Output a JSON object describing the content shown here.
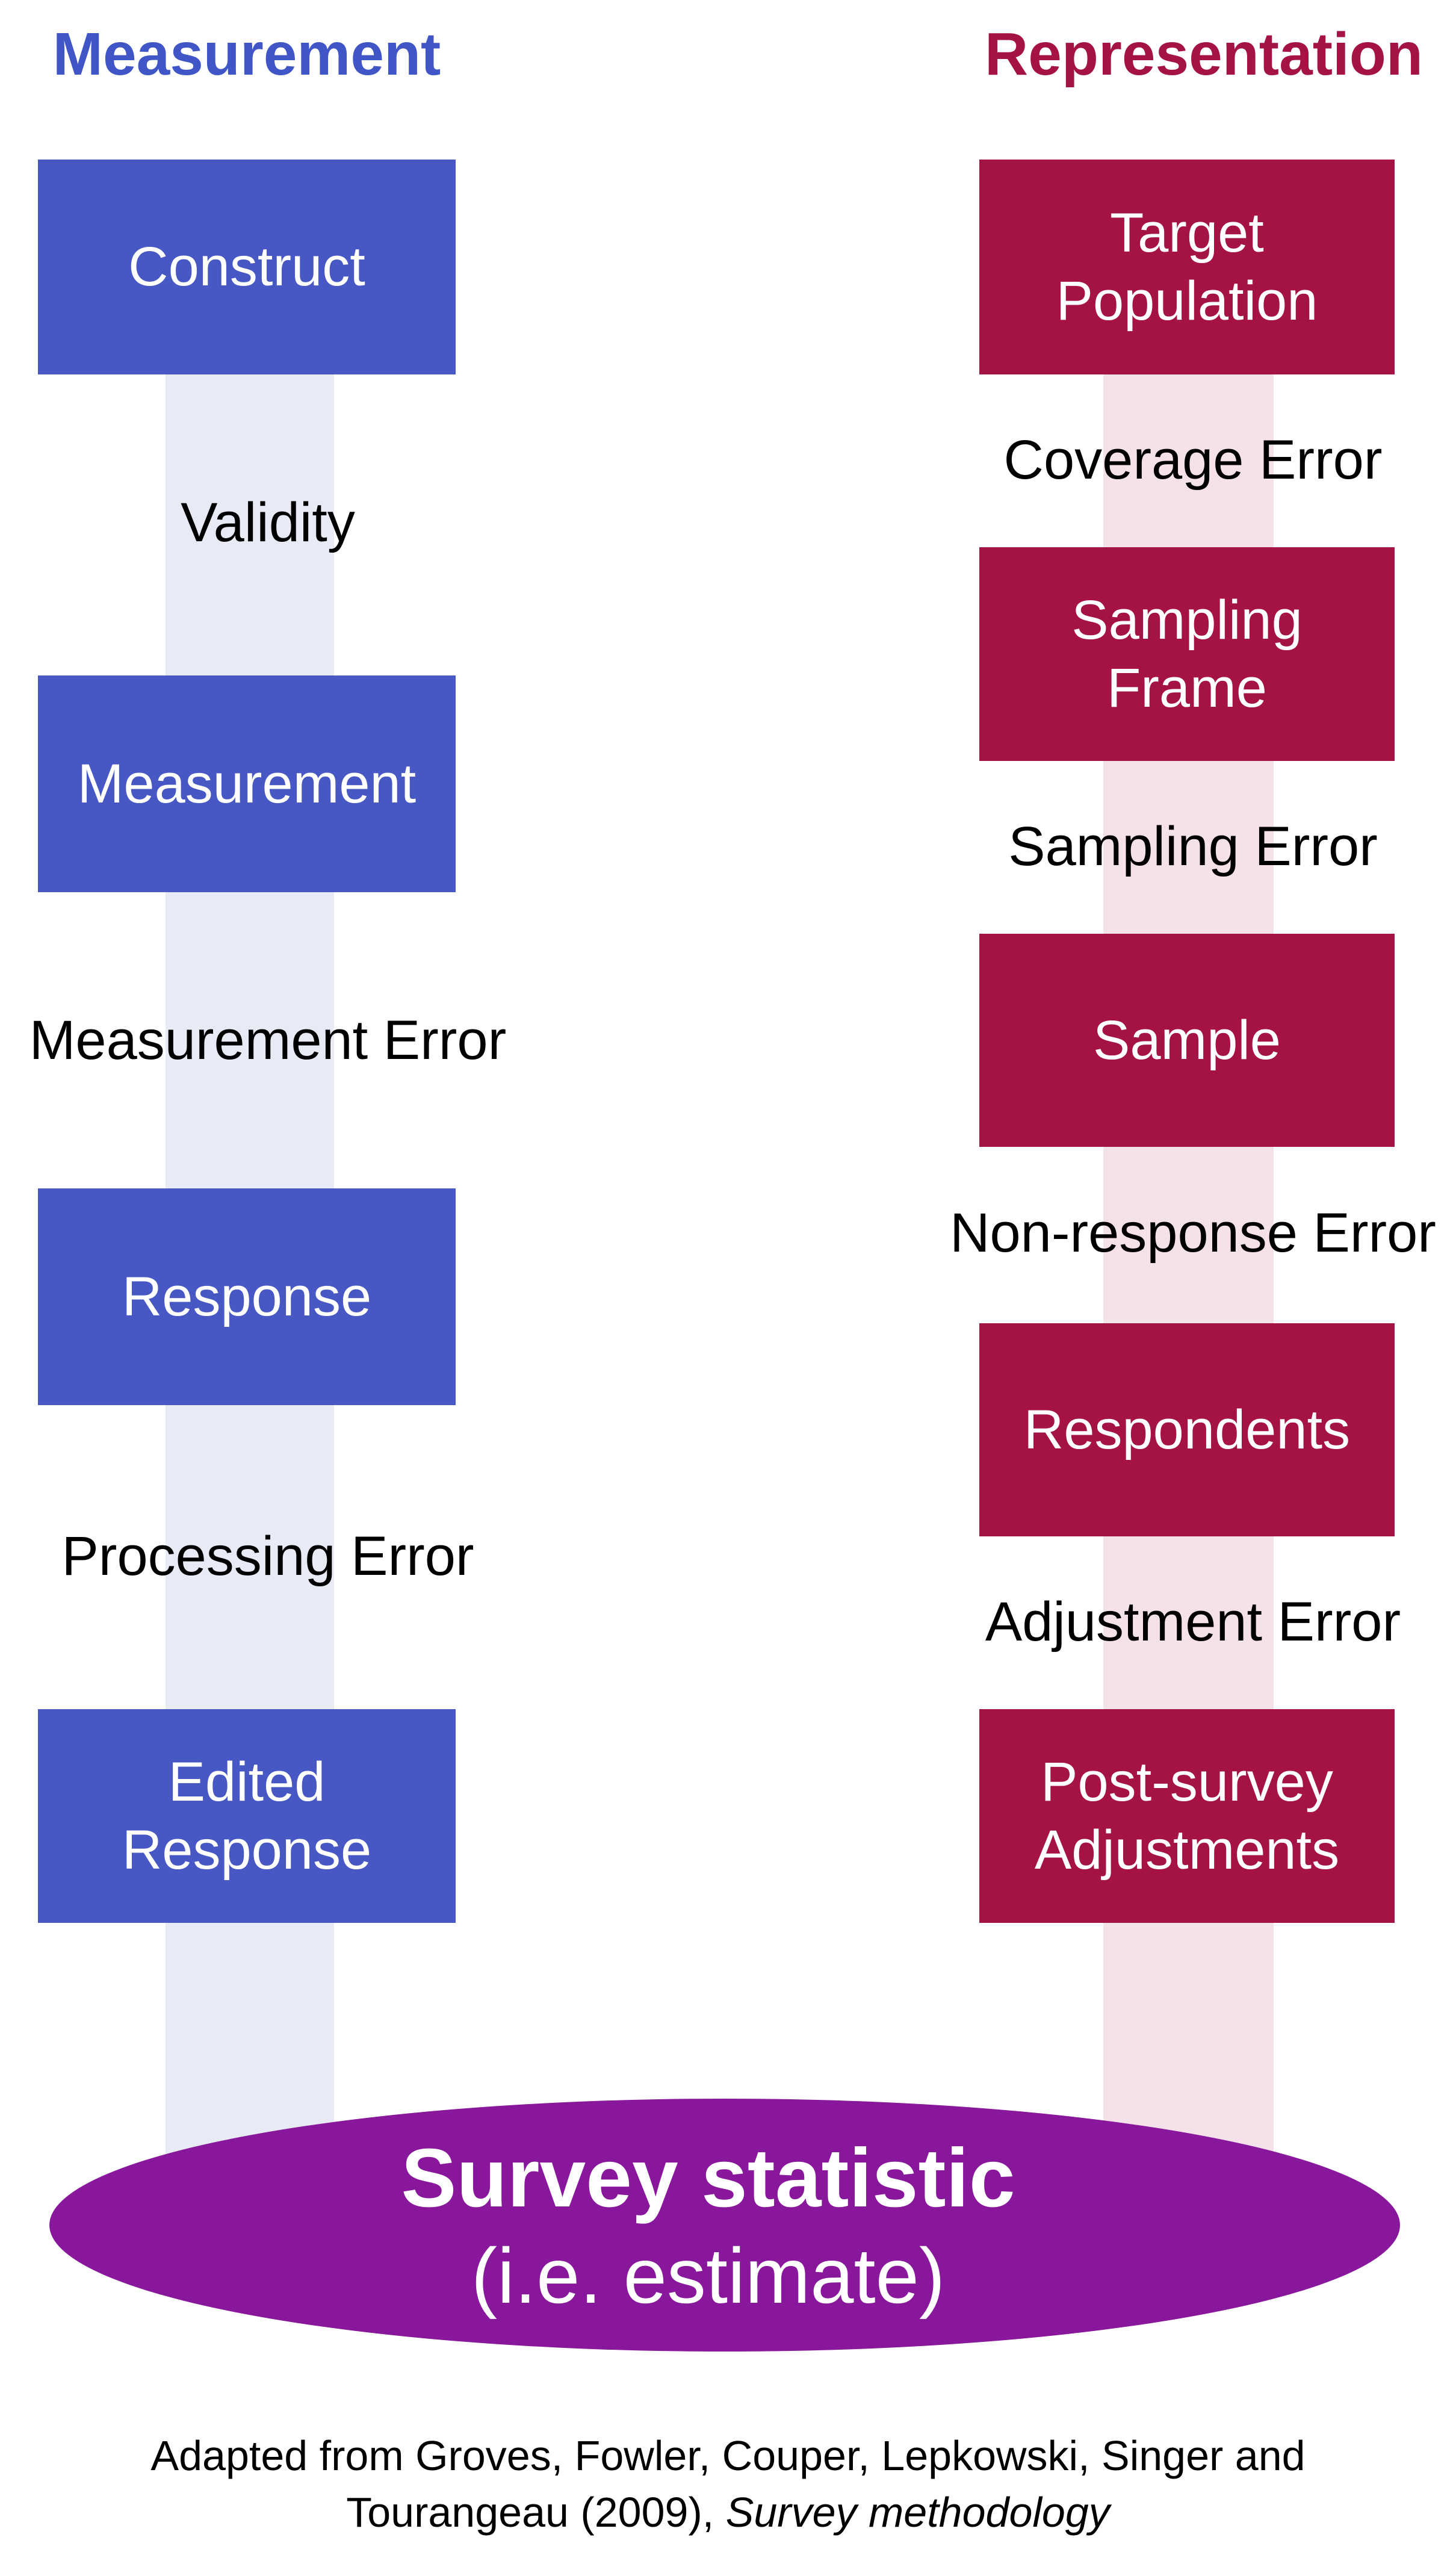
{
  "measurement_column": {
    "header": "Measurement",
    "box1": "Construct",
    "error1": "Validity",
    "box2": "Measurement",
    "error2": "Measurement Error",
    "box3": "Response",
    "error3": "Processing Error",
    "box4": "Edited\nResponse"
  },
  "representation_column": {
    "header": "Representation",
    "box1": "Target\nPopulation",
    "error1": "Coverage Error",
    "box2": "Sampling\nFrame",
    "error2": "Sampling Error",
    "box3": "Sample",
    "error3": "Non-response Error",
    "box4": "Respondents",
    "error4": "Adjustment Error",
    "box5": "Post-survey\nAdjustments"
  },
  "result_ellipse": {
    "title": "Survey statistic",
    "subtitle": "(i.e. estimate)"
  },
  "caption": {
    "line1": "Adapted from Groves, Fowler, Couper, Lepkowski, Singer and",
    "line2_prefix": "Tourangeau (2009), ",
    "line2_italic": "Survey methodology"
  },
  "colors": {
    "blue_box": "#4758C5",
    "crimson_box": "#A51345",
    "lavender_band": "#E8EAF6",
    "pink_band": "#F5E1EA",
    "purple_ellipse": "#88179C",
    "header_blue": "#4156C6",
    "header_crimson": "#A51345",
    "text_white": "#FFFFFF",
    "text_black": "#000000",
    "page_bg": "#FFFFFF"
  }
}
